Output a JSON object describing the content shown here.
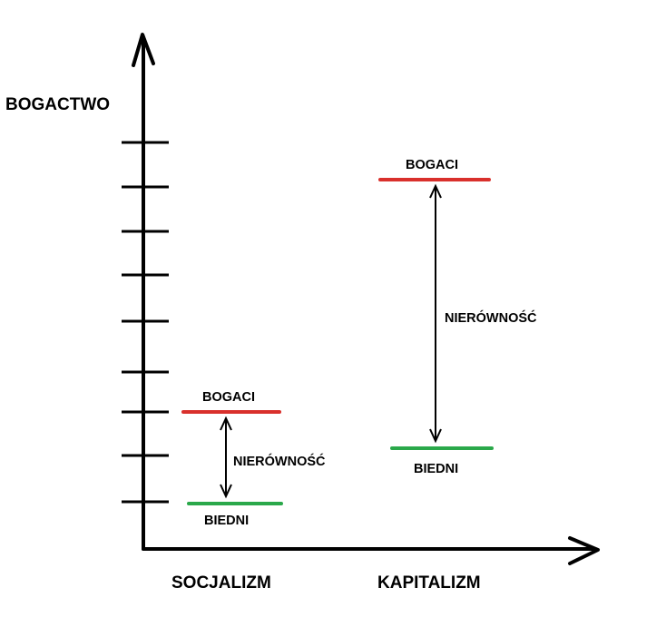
{
  "y_axis_label": "BOGACTWO",
  "categories": [
    {
      "name": "SOCJALIZM",
      "rich_label": "BOGACI",
      "poor_label": "BIEDNI",
      "gap_label": "NIERÓWNOŚĆ"
    },
    {
      "name": "KAPITALIZM",
      "rich_label": "BOGACI",
      "poor_label": "BIEDNI",
      "gap_label": "NIERÓWNOŚĆ"
    }
  ],
  "colors": {
    "rich_line": "#d9302c",
    "poor_line": "#2aa84a",
    "axis": "#000000"
  }
}
